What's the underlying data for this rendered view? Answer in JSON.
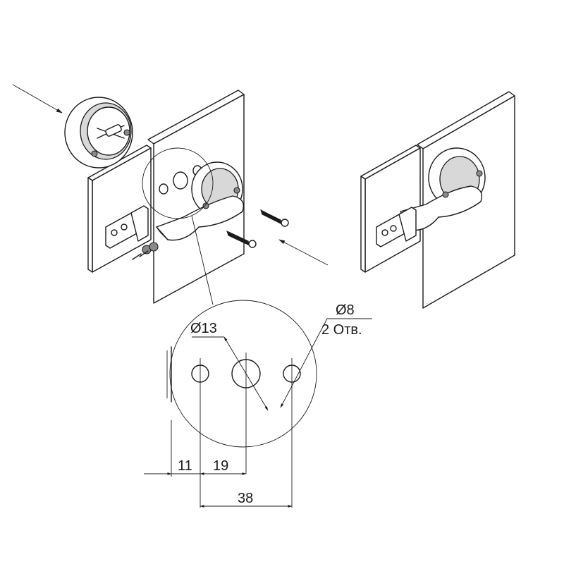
{
  "detail": {
    "dim_large_hole": "Ø13",
    "dim_small_holes_diameter": "Ø8",
    "dim_small_holes_count": "2 Отв.",
    "dim_edge_to_first_hole": "11",
    "dim_first_to_center_hole": "19",
    "dim_hole_spacing": "38"
  }
}
